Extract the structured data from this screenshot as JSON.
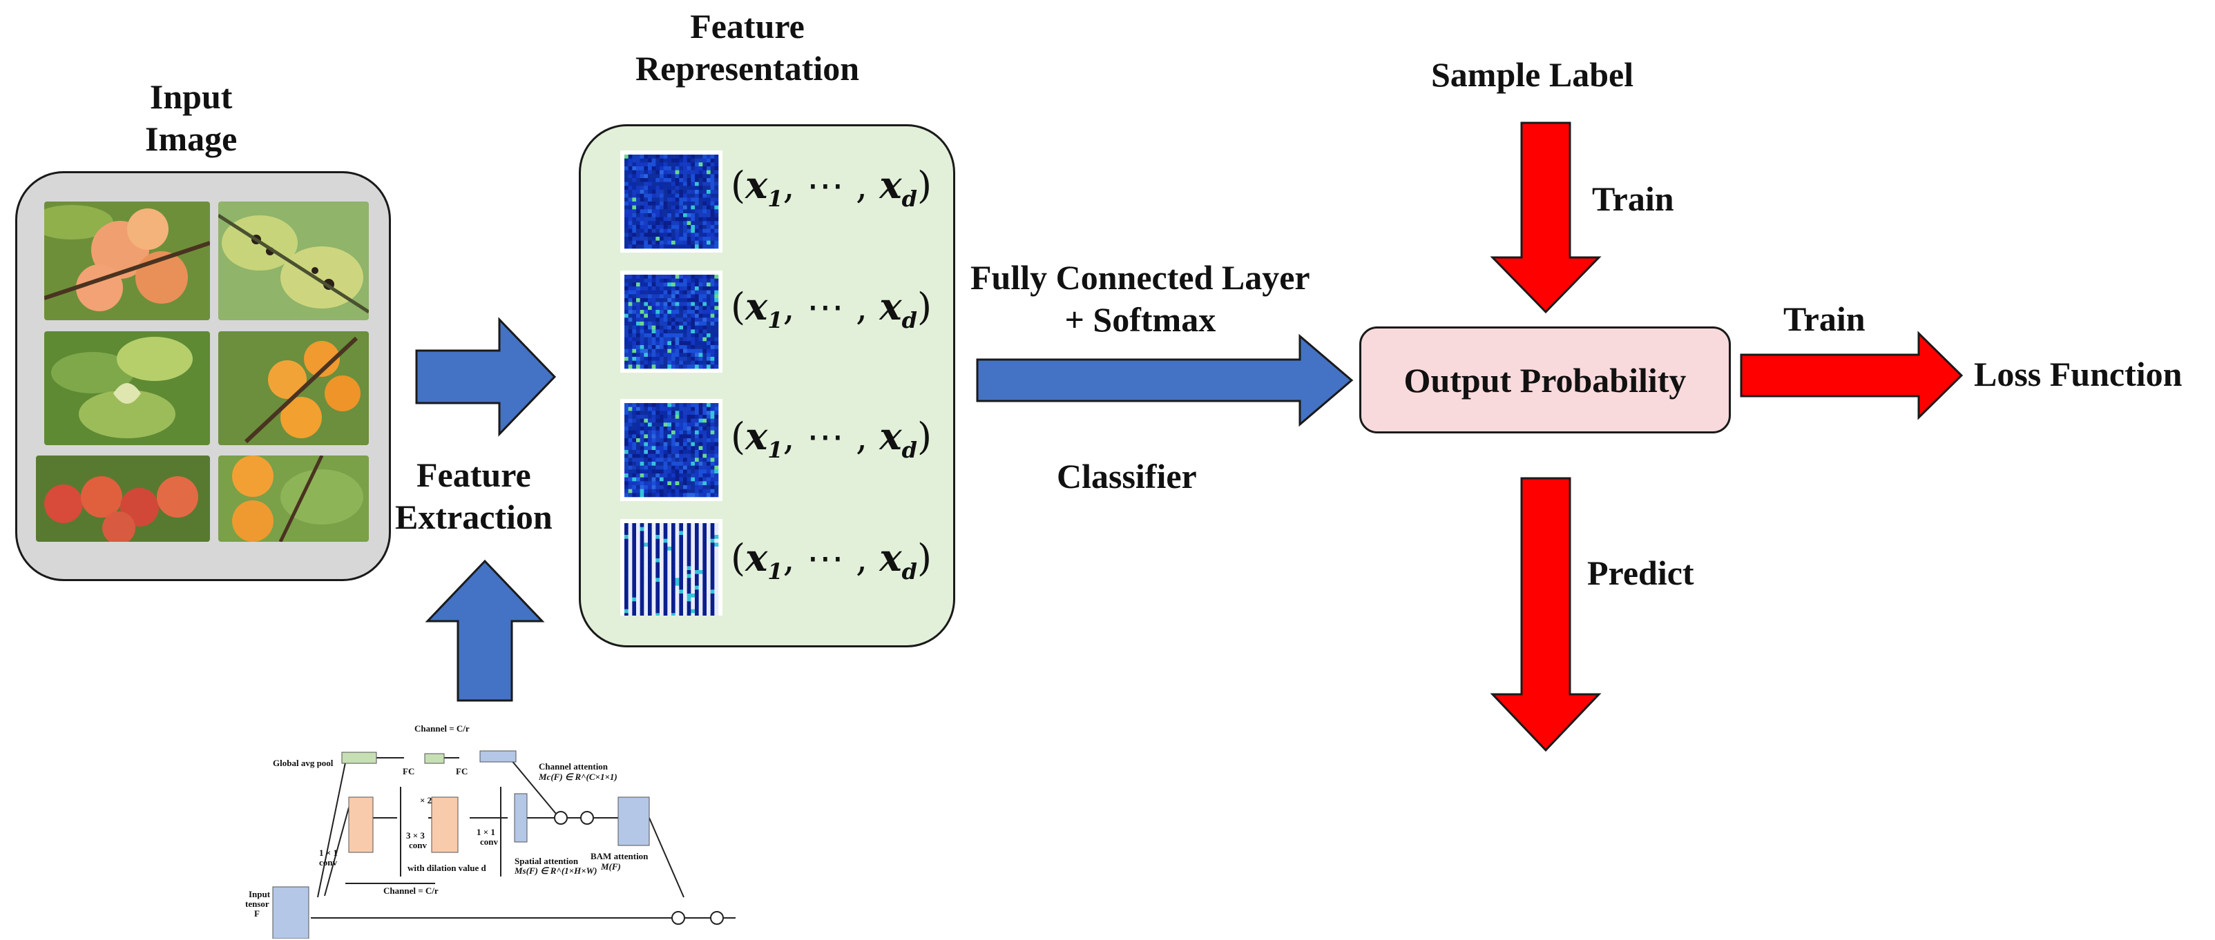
{
  "labels": {
    "input_image": [
      "Input",
      "Image"
    ],
    "feature_representation": [
      "Feature",
      "Representation"
    ],
    "feature_extraction": [
      "Feature",
      "Extraction"
    ],
    "fc_layer": [
      "Fully Connected Layer",
      "+ Softmax"
    ],
    "classifier": "Classifier",
    "sample_label": "Sample Label",
    "train_top": "Train",
    "train_right": "Train",
    "predict": "Predict",
    "output_probability": "Output Probability",
    "loss_function": "Loss Function"
  },
  "feature_vectors": [
    {
      "open": "(",
      "x1": "x",
      "s1": "1",
      "dots": ", ⋯ , ",
      "xd": "x",
      "sd": "d",
      "close": ")"
    },
    {
      "open": "(",
      "x1": "x",
      "s1": "1",
      "dots": ", ⋯ , ",
      "xd": "x",
      "sd": "d",
      "close": ")"
    },
    {
      "open": "(",
      "x1": "x",
      "s1": "1",
      "dots": ", ⋯ , ",
      "xd": "x",
      "sd": "d",
      "close": ")"
    },
    {
      "open": "(",
      "x1": "x",
      "s1": "1",
      "dots": ", ⋯ , ",
      "xd": "x",
      "sd": "d",
      "close": ")"
    }
  ],
  "bam_module": {
    "channel_top": "Channel = C/r",
    "global_avg_pool": "Global avg pool",
    "fc1": "FC",
    "fc2": "FC",
    "channel_attention": "Channel attention",
    "channel_attention_formula": "Mc(F) ∈ R^(C×1×1)",
    "conv_1x1_left": "1 × 1",
    "conv_left": "conv",
    "times_2": "× 2",
    "conv_3x3": "3 × 3",
    "conv_mid": "conv",
    "dilation": "with dilation value d",
    "conv_1x1_right": "1 × 1",
    "conv_right": "conv",
    "spatial_attention": "Spatial attention",
    "spatial_attention_formula": "Ms(F) ∈ R^(1×H×W)",
    "bam_attention": "BAM attention",
    "bam_formula": "M(F)",
    "input_tensor": [
      "Input",
      "tensor",
      "F"
    ],
    "channel_bottom": "Channel = C/r"
  },
  "colors": {
    "blue_arrow": "#4472c4",
    "red_arrow": "#ff0000",
    "gray_box": "#d7d7d7",
    "green_box": "#e2f0d9",
    "pink_box": "#f9dadc"
  }
}
